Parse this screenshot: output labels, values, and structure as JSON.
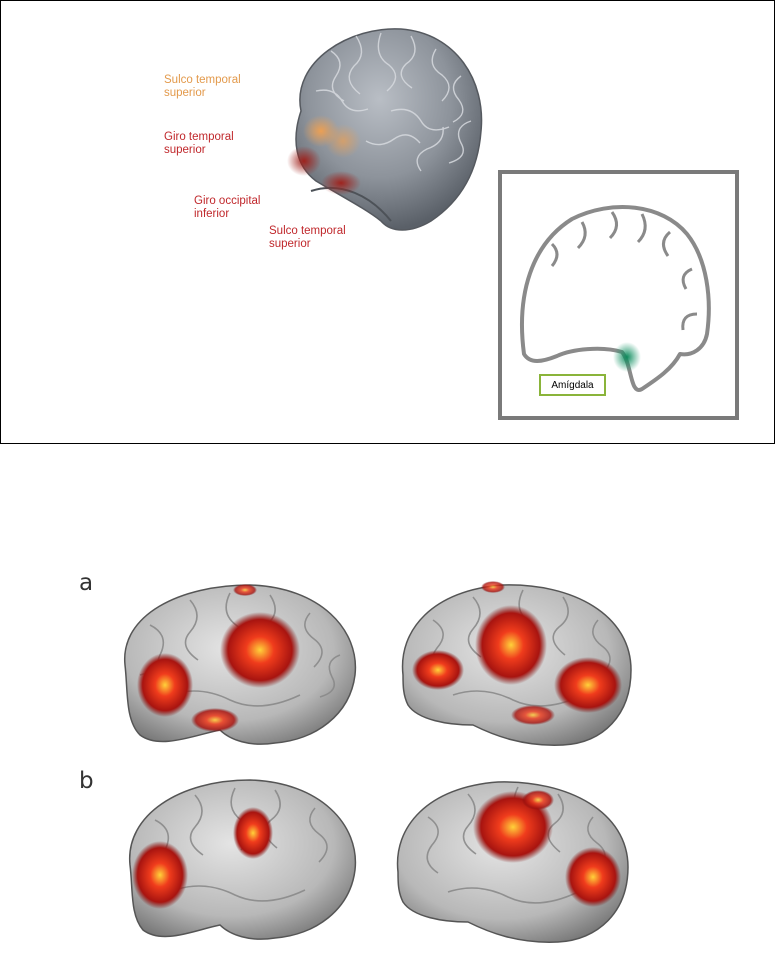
{
  "top_diagram": {
    "labels": [
      {
        "id": "sts-upper",
        "text": "Sulco  temporal\nsuperior",
        "color": "#e39a4c"
      },
      {
        "id": "gts",
        "text": "Giro temporal\nsuperior",
        "color": "#c0282c"
      },
      {
        "id": "goi",
        "text": "Giro occipital\ninferior",
        "color": "#c0282c"
      },
      {
        "id": "sts-lower",
        "text": "Sulco  temporal\nsuperior",
        "color": "#c0282c"
      }
    ],
    "inset_label": "Amígdala",
    "colors": {
      "brain": "#8d939b",
      "activation_orange": "#e39a4c",
      "activation_red": "#b4261e",
      "amygdala": "#1a9a6c",
      "inset_border": "#7a7a7a",
      "amygdala_box": "#8ab43a"
    }
  },
  "bottom_panels": [
    {
      "letter": "a"
    },
    {
      "letter": "b"
    }
  ]
}
